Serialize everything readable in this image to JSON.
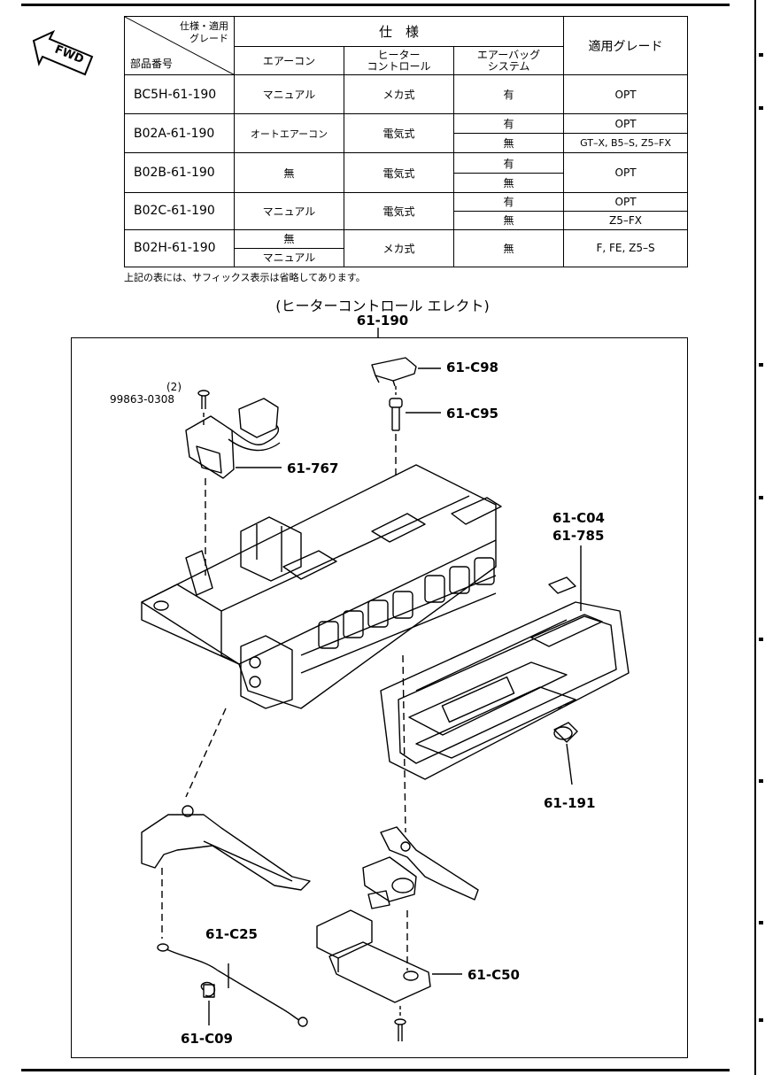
{
  "table": {
    "corner_top": "仕様・適用\nグレード",
    "corner_bottom": "部品番号",
    "header_spec": "仕　様",
    "header_aircon": "エアーコン",
    "header_heater": "ヒーター\nコントロール",
    "header_airbag": "エアーバッグ\nシステム",
    "header_grade": "適用グレード",
    "rows": {
      "r1": {
        "code": "BC5H-61-190",
        "aircon": "マニュアル",
        "heater": "メカ式",
        "airbag": "有",
        "grade": "OPT"
      },
      "r2": {
        "code": "B02A-61-190",
        "aircon": "オートエアーコン",
        "heater": "電気式",
        "airbag_a": "有",
        "grade_a": "OPT",
        "airbag_b": "無",
        "grade_b": "GT–X, B5–S, Z5–FX"
      },
      "r3": {
        "code": "B02B-61-190",
        "aircon": "無",
        "heater": "電気式",
        "airbag_a": "有",
        "airbag_b": "無",
        "grade": "OPT"
      },
      "r4": {
        "code": "B02C-61-190",
        "aircon": "マニュアル",
        "heater": "電気式",
        "airbag_a": "有",
        "grade_a": "OPT",
        "airbag_b": "無",
        "grade_b": "Z5–FX"
      },
      "r5": {
        "code": "B02H-61-190",
        "aircon_a": "無",
        "aircon_b": "マニュアル",
        "heater": "メカ式",
        "airbag": "無",
        "grade": "F, FE, Z5–S"
      }
    },
    "note": "上記の表には、サフィックス表示は省略してあります。"
  },
  "diagram": {
    "fwd_label": "FWD",
    "title": "(ヒーターコントロール エレクト)",
    "main_part": "61-190",
    "labels": {
      "c98": "61-C98",
      "c95": "61-C95",
      "screw_qty": "(2)",
      "screw_no": "99863-0308",
      "p767": "61-767",
      "c04": "61-C04",
      "p785": "61-785",
      "p191": "61-191",
      "c25": "61-C25",
      "c50": "61-C50",
      "c09": "61-C09"
    }
  }
}
